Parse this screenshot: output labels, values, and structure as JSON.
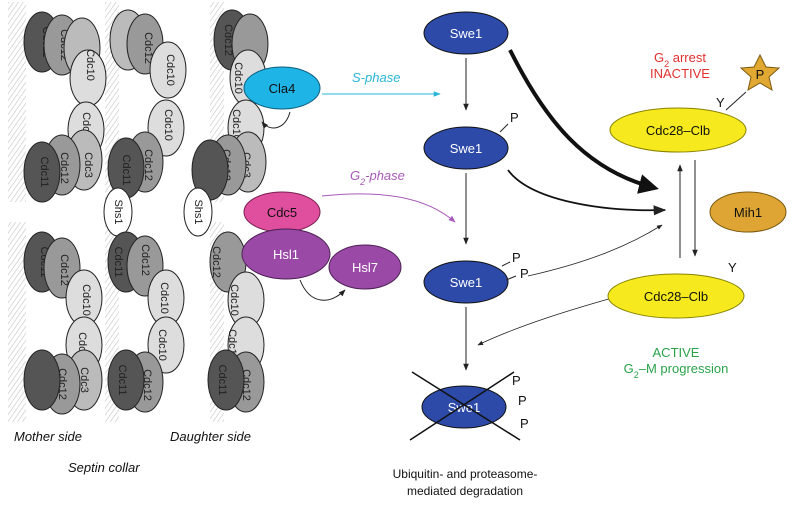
{
  "colors": {
    "swe1": "#2d4aa8",
    "cla4": "#1fb4e6",
    "cdc5": "#e04e9e",
    "hsl": "#9a4aa6",
    "cdc28": "#f6ea1e",
    "mih1": "#dea434",
    "phospho_star": "#e1a832",
    "s_phase_arrow": "#29b6d6",
    "g2_phase_arrow": "#a85bb8",
    "arrest_text": "#e0302e",
    "active_text": "#2aa24a",
    "septin_dark": "#555555",
    "septin_mid": "#999999",
    "septin_light": "#dddddd"
  },
  "septin_collar": {
    "caption": "Septin collar",
    "mother_side": "Mother side",
    "daughter_side": "Daughter side",
    "subunits": {
      "cdc11": "Cdc11",
      "cdc12": "Cdc12",
      "cdc3": "Cdc3",
      "cdc10": "Cdc10",
      "shs1": "Shs1"
    }
  },
  "proteins": {
    "cla4": "Cla4",
    "cdc5": "Cdc5",
    "hsl1": "Hsl1",
    "hsl7": "Hsl7",
    "swe1": "Swe1",
    "mih1": "Mih1",
    "cdc28_clb": "Cdc28–Clb",
    "phospho": "P",
    "tyrosine": "Y"
  },
  "phases": {
    "s_phase": "S-phase",
    "g2_phase_prefix": "G",
    "g2_phase_sub": "2",
    "g2_phase_suffix": "-phase"
  },
  "states": {
    "arrest_prefix": "G",
    "arrest_sub": "2",
    "arrest_suffix": " arrest",
    "inactive": "INACTIVE",
    "active": "ACTIVE",
    "progression_prefix": "G",
    "progression_sub": "2",
    "progression_suffix": "–M progression"
  },
  "degradation": {
    "line1": "Ubiquitin- and proteasome-",
    "line2": "mediated degradation"
  }
}
